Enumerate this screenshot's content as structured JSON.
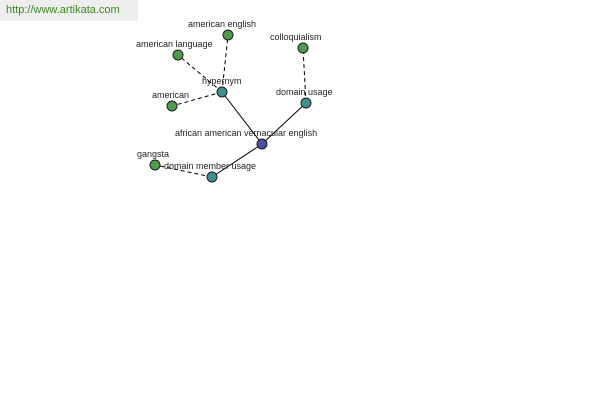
{
  "banner": {
    "url_text": "http://www.artikata.com"
  },
  "colors": {
    "url_text": "#3a8a1e",
    "banner_bg": "#eeeeee",
    "central_node": "#4a52a0",
    "relation_node": "#3f8f8f",
    "term_node": "#4f9a4f"
  },
  "graph": {
    "central": "african american vernacular english",
    "relations": [
      "hypernym",
      "domain usage",
      "domain member usage"
    ],
    "terms": [
      "american english",
      "american language",
      "american",
      "colloquialism",
      "gangsta"
    ],
    "edges": [
      {
        "from": "african american vernacular english",
        "to": "hypernym",
        "style": "solid"
      },
      {
        "from": "african american vernacular english",
        "to": "domain usage",
        "style": "solid"
      },
      {
        "from": "african american vernacular english",
        "to": "domain member usage",
        "style": "solid"
      },
      {
        "from": "hypernym",
        "to": "american english",
        "style": "dashed"
      },
      {
        "from": "hypernym",
        "to": "american language",
        "style": "dashed"
      },
      {
        "from": "hypernym",
        "to": "american",
        "style": "dashed"
      },
      {
        "from": "domain usage",
        "to": "colloquialism",
        "style": "dashed"
      },
      {
        "from": "domain member usage",
        "to": "gangsta",
        "style": "dashed"
      }
    ]
  }
}
